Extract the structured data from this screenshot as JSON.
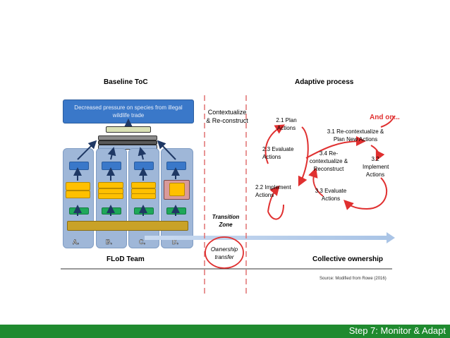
{
  "headers": {
    "baseline": "Baseline ToC",
    "adaptive": "Adaptive process"
  },
  "goal_box": "Decreased pressure on species from illegal wildlife trade",
  "columns": [
    "A.",
    "B.",
    "C.",
    "D."
  ],
  "team_label": "FLoD Team",
  "collective_label": "Collective ownership",
  "contextualize": "Contextualize & Re-construct",
  "transition_zone": "Transition Zone",
  "ownership_transfer": "Ownership transfer",
  "cycle1": {
    "plan": "2.1 Plan Actions",
    "evaluate": "2.3 Evaluate Actions",
    "implement": "2.2 Implement Actions"
  },
  "cycle2": {
    "recontext_new": "3.1 Re-contextualize & Plan New Actions",
    "recontext": "3.4 Re-contextualize & Reconstruct",
    "implement": "3.2 Implement Actions",
    "evaluate": "3.3 Evaluate Actions"
  },
  "and_on": "And on...",
  "source": "Source: Modified from Rowe (2016)",
  "footer": "Step 7: Monitor & Adapt",
  "colors": {
    "red": "#e03030",
    "blue": "#3a78c9",
    "green": "#1fa85a",
    "yellow": "#ffc000",
    "footer": "#1f8a2f"
  }
}
